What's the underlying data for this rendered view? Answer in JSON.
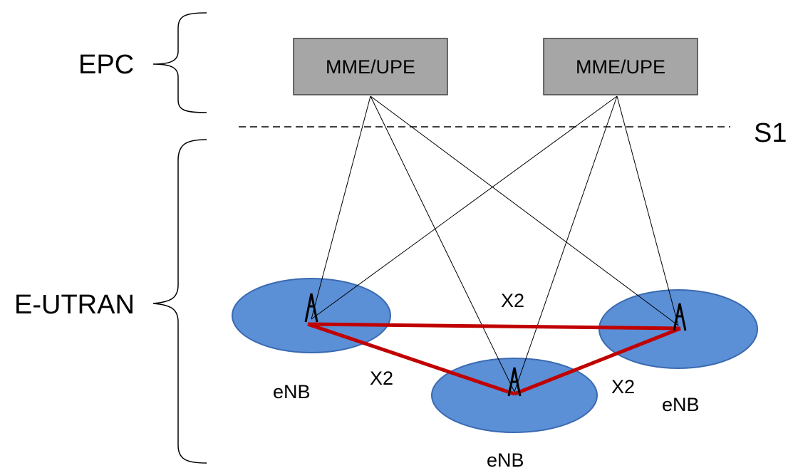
{
  "labels": {
    "epc": "EPC",
    "e_utran": "E-UTRAN",
    "s1": "S1",
    "x2_top": "X2",
    "x2_left": "X2",
    "x2_right": "X2",
    "enb_left": "eNB",
    "enb_bottom": "eNB",
    "enb_right": "eNB"
  },
  "nodes": {
    "mme_left": "MME/UPE",
    "mme_right": "MME/UPE"
  },
  "colors": {
    "mme_fill": "#a6a6a6",
    "mme_stroke": "#404040",
    "cell_fill": "#5b8fd6",
    "cell_stroke": "#3b6ab0",
    "x2_link": "#c00000",
    "s1_link": "#000000",
    "dashed_line": "#000000"
  },
  "icons": {
    "antenna": "antenna-tower-icon",
    "brace": "curly-brace"
  }
}
